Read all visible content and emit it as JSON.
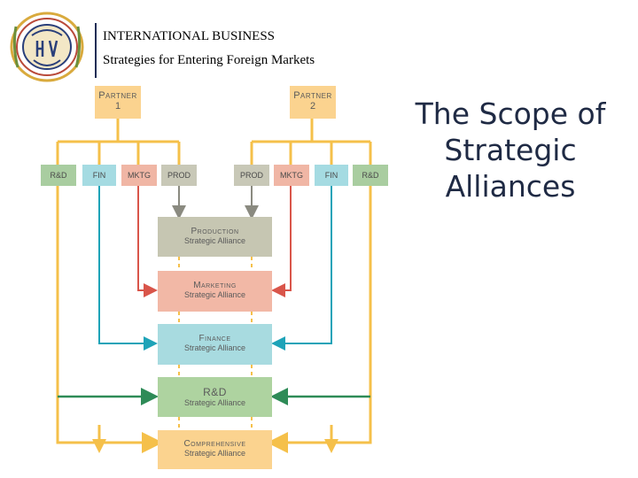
{
  "header": {
    "title": "INTERNATIONAL BUSINESS",
    "subtitle": "Strategies for Entering Foreign Markets"
  },
  "slide_title": [
    "The Scope of",
    "Strategic",
    "Alliances"
  ],
  "diagram": {
    "partner1": {
      "line1": "Partner",
      "line2": "1"
    },
    "partner2": {
      "line1": "Partner",
      "line2": "2"
    },
    "partner1_depts": [
      "R&D",
      "FIN",
      "MKTG",
      "PROD"
    ],
    "partner2_depts": [
      "PROD",
      "MKTG",
      "FIN",
      "R&D"
    ],
    "alliances": [
      {
        "title": "Production",
        "subtitle": "Strategic Alliance"
      },
      {
        "title": "Marketing",
        "subtitle": "Strategic Alliance"
      },
      {
        "title": "Finance",
        "subtitle": "Strategic Alliance"
      },
      {
        "title": "R&D",
        "subtitle": "Strategic Alliance"
      },
      {
        "title": "Comprehensive",
        "subtitle": "Strategic Alliance"
      }
    ]
  },
  "colors": {
    "orange_line": "#f5c04a",
    "partner_box": "#fbd38f",
    "rd_box": "#a9cda0",
    "fin_box": "#a5dbe2",
    "mktg_box": "#f0b6a5",
    "prod_box": "#c8c8b7",
    "production_alliance": "#c6c6b2",
    "marketing_alliance": "#f2b8a6",
    "finance_alliance": "#a8dbe0",
    "rd_alliance": "#aed3a0",
    "comprehensive_alliance": "#fbd38f",
    "header_text": "#000000",
    "title_text": "#1f2a44"
  }
}
